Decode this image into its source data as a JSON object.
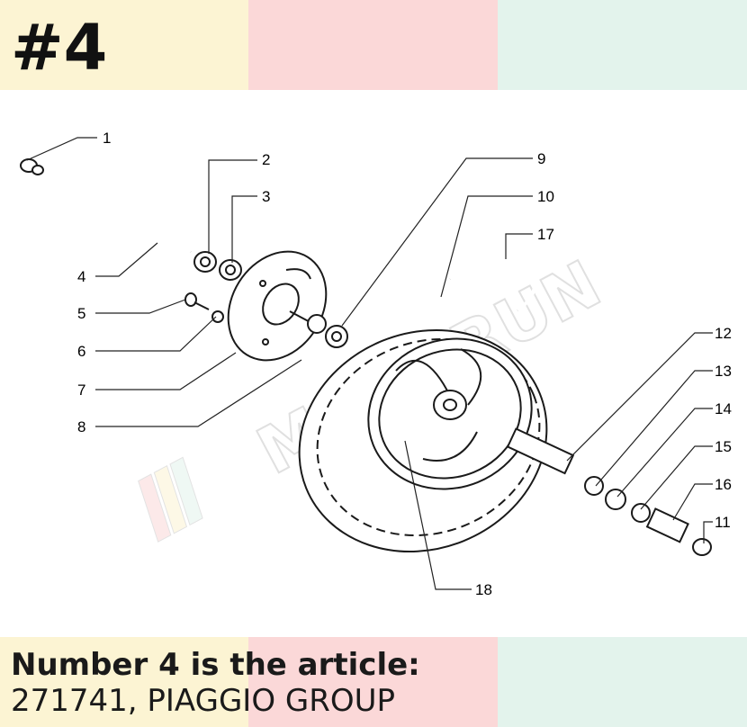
{
  "header": {
    "number": "#4"
  },
  "caption": {
    "line1": "Number 4 is the article:",
    "line2": "271741, PIAGGIO GROUP"
  },
  "watermark": {
    "text": "MOTORUN"
  },
  "callouts": [
    "1",
    "2",
    "3",
    "4",
    "5",
    "6",
    "7",
    "8",
    "9",
    "10",
    "17",
    "12",
    "13",
    "14",
    "15",
    "16",
    "11",
    "18"
  ],
  "colors": {
    "band_yellow": "#fcf4d3",
    "band_pink": "#fbd8d8",
    "band_green": "#e3f3ec"
  }
}
